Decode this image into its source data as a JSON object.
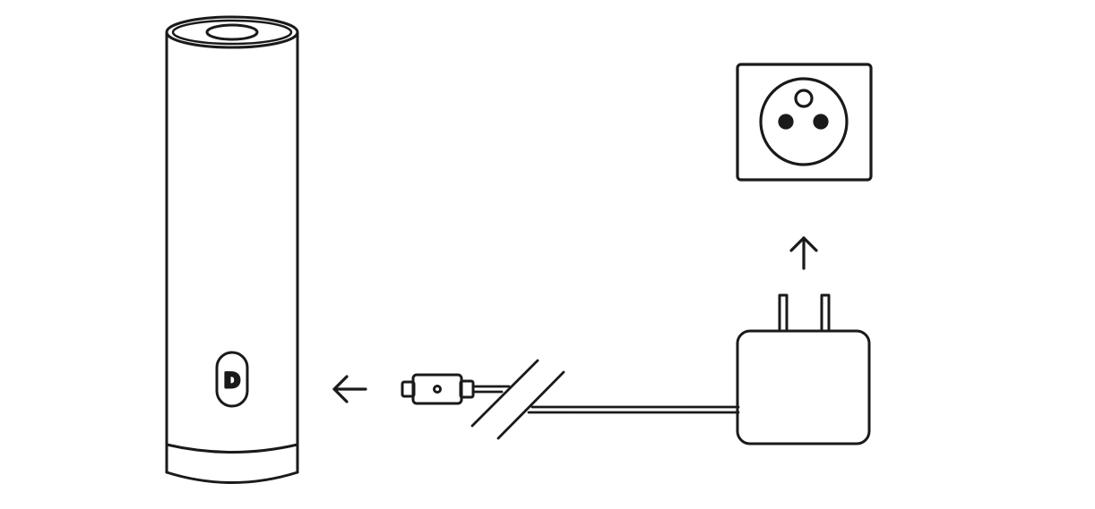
{
  "diagram": {
    "title": "",
    "stroke_color": "#1a1a1a",
    "background_color": "#ffffff",
    "components": [
      {
        "name": "device",
        "icon": "cylinder-device-icon"
      },
      {
        "name": "device-port",
        "icon": "usb-c-port-icon",
        "glyph": "D"
      },
      {
        "name": "usb-c-plug",
        "icon": "usb-c-plug-icon"
      },
      {
        "name": "cable",
        "icon": "cable-break-icon"
      },
      {
        "name": "power-adapter",
        "icon": "power-adapter-icon"
      },
      {
        "name": "wall-socket",
        "icon": "wall-socket-type-e-icon"
      }
    ],
    "arrows": [
      {
        "name": "plug-into-device",
        "direction": "left"
      },
      {
        "name": "adapter-into-socket",
        "direction": "up"
      }
    ]
  }
}
